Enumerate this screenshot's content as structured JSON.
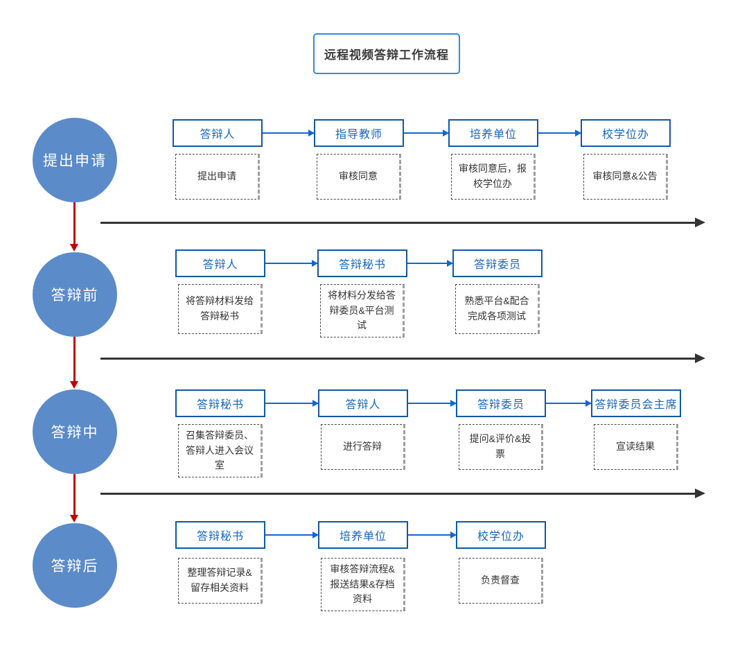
{
  "title": "远程视频答辩工作流程",
  "colors": {
    "phase_circle": "#5b8bc9",
    "role_box_border": "#1158a0",
    "role_text": "#1565c0",
    "flow_arrow": "#1166d4",
    "phase_connector": "#c00000",
    "separator": "#333333",
    "title_border": "#2f8be4"
  },
  "rows": [
    {
      "phase": "提出申请",
      "nodes": [
        {
          "role": "答辩人",
          "task": "提出申请"
        },
        {
          "role": "指导教师",
          "task": "审核同意"
        },
        {
          "role": "培养单位",
          "task": "审核同意后，报校学位办"
        },
        {
          "role": "校学位办",
          "task": "审核同意&公告"
        }
      ]
    },
    {
      "phase": "答辩前",
      "nodes": [
        {
          "role": "答辩人",
          "task": "将答辩材料发给答辩秘书"
        },
        {
          "role": "答辩秘书",
          "task": "将材料分发给答辩委员&平台测试"
        },
        {
          "role": "答辩委员",
          "task": "熟悉平台&配合完成各项测试"
        }
      ]
    },
    {
      "phase": "答辩中",
      "nodes": [
        {
          "role": "答辩秘书",
          "task": "召集答辩委员、答辩人进入会议室"
        },
        {
          "role": "答辩人",
          "task": "进行答辩"
        },
        {
          "role": "答辩委员",
          "task": "提问&评价&投票"
        },
        {
          "role": "答辩委员会主席",
          "task": "宣读结果"
        }
      ]
    },
    {
      "phase": "答辩后",
      "nodes": [
        {
          "role": "答辩秘书",
          "task": "整理答辩记录&留存相关资料"
        },
        {
          "role": "培养单位",
          "task": "审核答辩流程&报送结果&存档资料"
        },
        {
          "role": "校学位办",
          "task": "负责督查"
        }
      ]
    }
  ]
}
